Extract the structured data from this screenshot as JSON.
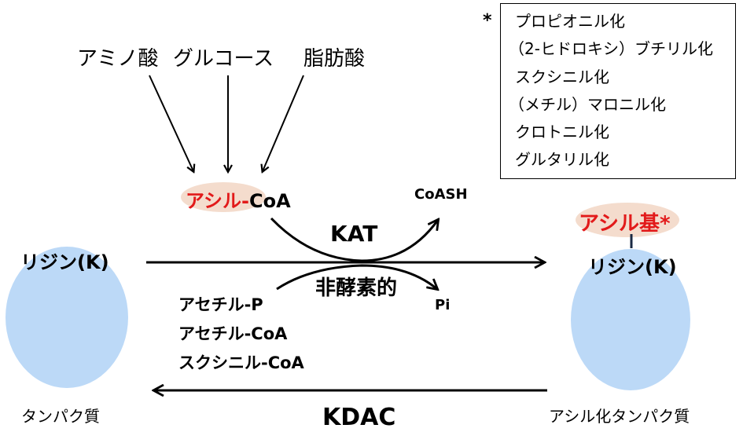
{
  "sources": [
    "アミノ酸",
    "グルコース",
    "脂肪酸"
  ],
  "acyl_coa": {
    "acyl": "アシル-",
    "coa": "CoA"
  },
  "coash": "CoASH",
  "kat": "KAT",
  "non_enzymatic": "非酵素的",
  "pi": "Pi",
  "donors": [
    "アセチル-P",
    "アセチル-CoA",
    "スクシニル-CoA"
  ],
  "lysine_left": "リジン(K)",
  "lysine_right": "リジン(K)",
  "acyl_group": "アシル基*",
  "protein_left": "タンパク質",
  "protein_right": "アシル化タンパク質",
  "kdac": "KDAC",
  "legend": {
    "marker": "*",
    "items": [
      "プロピオニル化",
      "（2-ヒドロキシ）ブチリル化",
      "スクシニル化",
      "（メチル）マロニル化",
      "クロトニル化",
      "グルタリル化"
    ]
  },
  "colors": {
    "acyl_red": "#e21a1a",
    "protein_blue": "#bcd9f7",
    "acyl_bg": "#f4dccd"
  }
}
